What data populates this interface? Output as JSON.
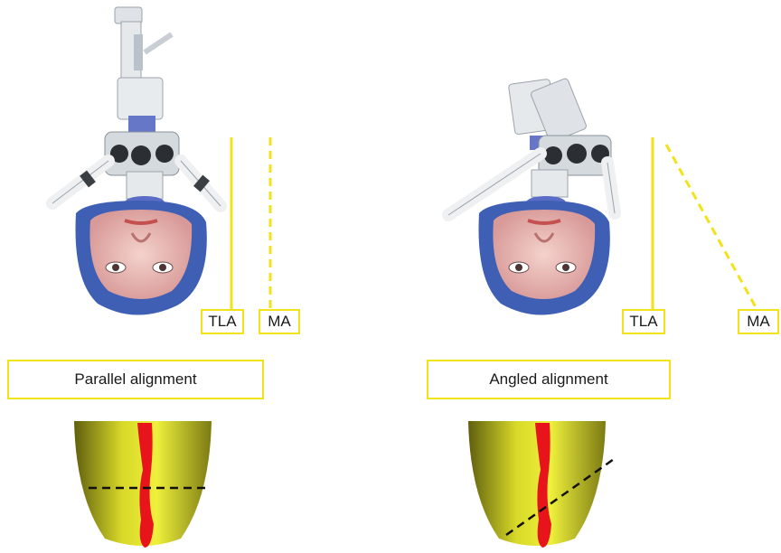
{
  "left": {
    "labels": {
      "tla": "TLA",
      "ma": "MA"
    },
    "caption": "Parallel alignment"
  },
  "right": {
    "labels": {
      "tla": "TLA",
      "ma": "MA"
    },
    "caption": "Angled alignment"
  },
  "colors": {
    "axis_line": "#f2e21a",
    "cap": "#3f5fb5",
    "microscope": "#e9ecef",
    "canal": "#e8141c",
    "root_light": "#e8ea34",
    "root_dark": "#6b6a10"
  }
}
